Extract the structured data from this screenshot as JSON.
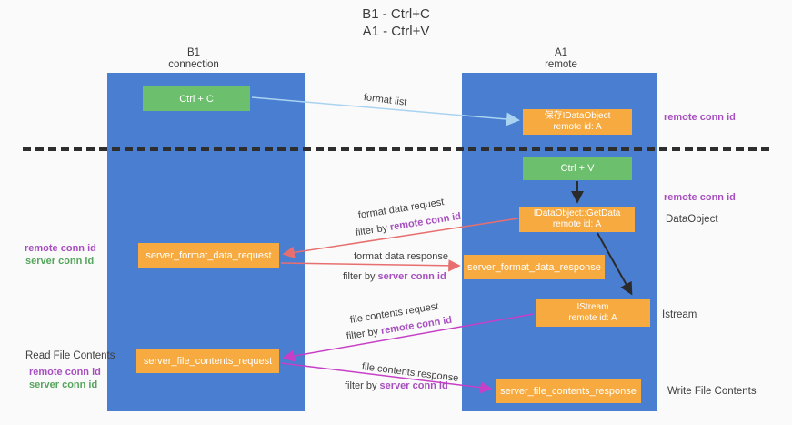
{
  "colors": {
    "lane_blue": "#4a7ed1",
    "box_green": "#6cbf6d",
    "box_orange": "#f6aa40",
    "arrow_light_blue": "#a9d3f1",
    "arrow_red": "#e76f6f",
    "arrow_magenta": "#c73fc7",
    "arrow_black": "#2b2b2b",
    "text_purple": "#a84fc0",
    "text_green": "#55a55c"
  },
  "title": {
    "line1": "B1 - Ctrl+C",
    "line2": "A1 - Ctrl+V"
  },
  "lanes": {
    "left": {
      "name": "B1",
      "role": "connection"
    },
    "right": {
      "name": "A1",
      "role": "remote"
    }
  },
  "boxes": {
    "ctrl_c": {
      "label": "Ctrl + C"
    },
    "ctrl_v": {
      "label": "Ctrl + V"
    },
    "save_dataobject": {
      "line1": "保存IDataObject",
      "line2": "remote id: A"
    },
    "getdata": {
      "line1": "IDataObject::GetData",
      "line2": "remote id: A"
    },
    "istream": {
      "line1": "IStream",
      "line2": "remote id: A"
    },
    "format_request": {
      "label": "server_format_data_request"
    },
    "format_response": {
      "label": "server_format_data_response"
    },
    "file_request": {
      "label": "server_file_contents_request"
    },
    "file_response": {
      "label": "server_file_contents_response"
    }
  },
  "flow_labels": {
    "format_list": "format list",
    "format_data_request": "format data request",
    "format_data_response": "format data response",
    "file_contents_request": "file contents request",
    "file_contents_response": "file contents response",
    "filter_by": "filter by ",
    "remote_conn_id": "remote conn id",
    "server_conn_id": "server conn id"
  },
  "annotations": {
    "remote_conn_id_top_right": "remote conn id",
    "remote_conn_id_mid_right": "remote conn id",
    "dataobject": "DataObject",
    "istream": "Istream",
    "read_file_contents": "Read File Contents",
    "write_file_contents": "Write File Contents",
    "remote_conn_id_left1": "remote conn id",
    "server_conn_id_left1": "server conn id",
    "remote_conn_id_left2": "remote conn id",
    "server_conn_id_left2": "server conn id"
  }
}
